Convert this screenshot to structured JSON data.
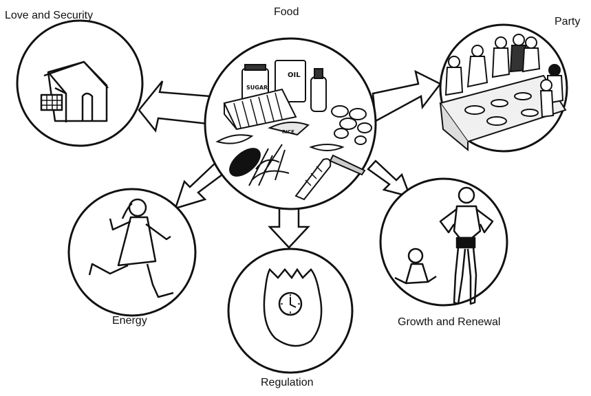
{
  "diagram": {
    "center": {
      "label": "Food",
      "items": [
        "SUGAR",
        "OIL",
        "RICE"
      ]
    },
    "uses": [
      {
        "id": "love",
        "label": "Love and Security"
      },
      {
        "id": "party",
        "label": "Party"
      },
      {
        "id": "energy",
        "label": "Energy"
      },
      {
        "id": "regulation",
        "label": "Regulation"
      },
      {
        "id": "growth",
        "label": "Growth and Renewal"
      }
    ]
  }
}
